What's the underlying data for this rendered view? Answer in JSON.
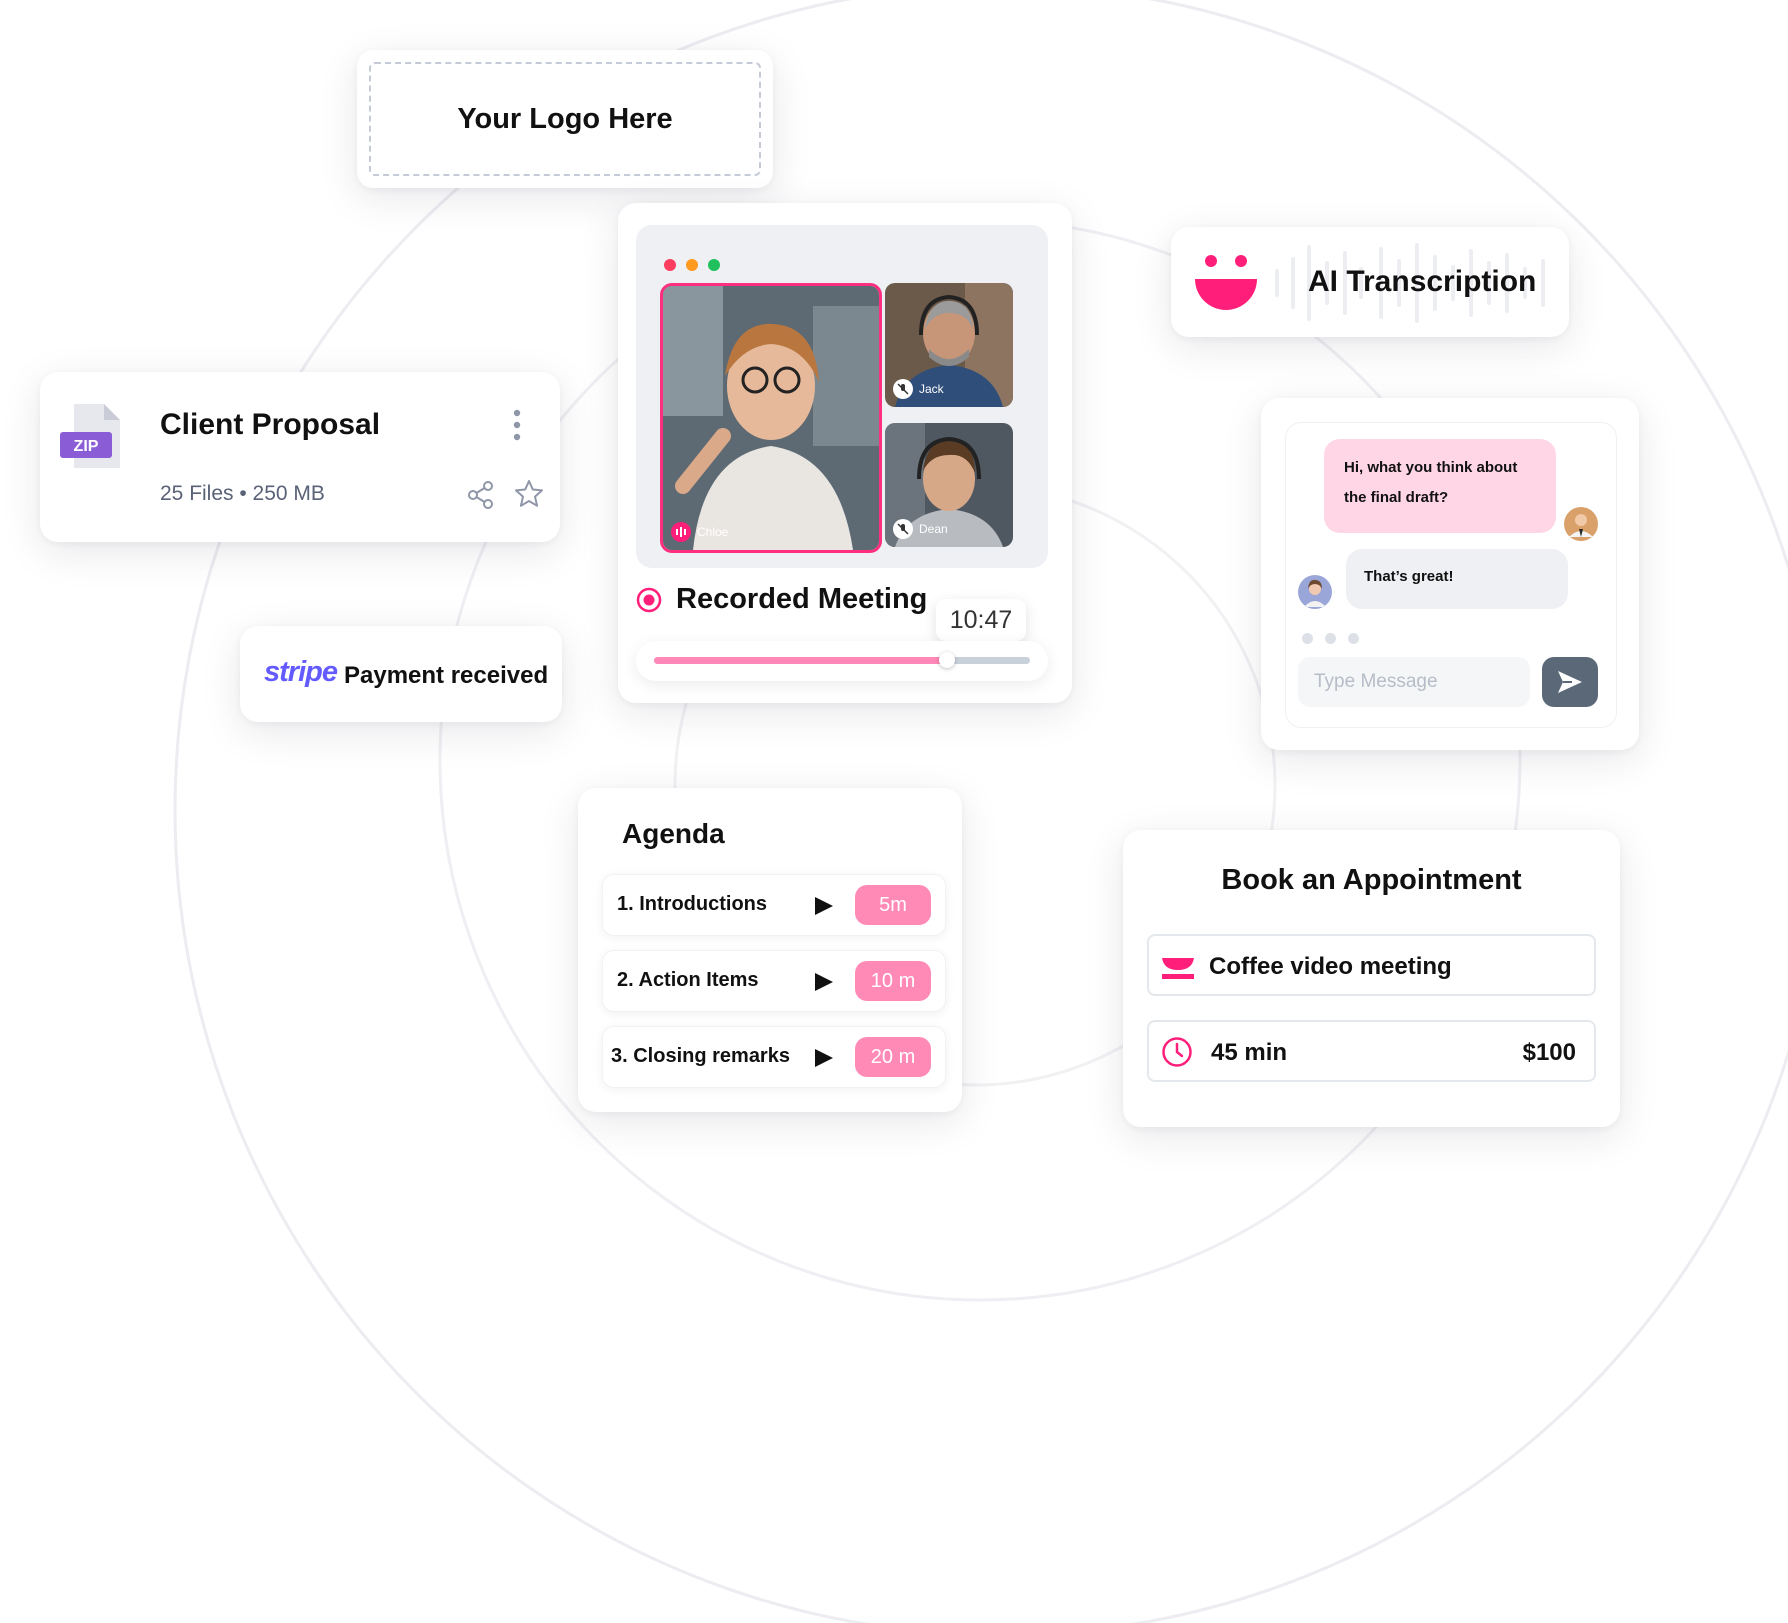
{
  "logo": {
    "placeholder": "Your Logo Here"
  },
  "file_card": {
    "badge": "ZIP",
    "title": "Client Proposal",
    "meta": "25 Files • 250 MB"
  },
  "payment": {
    "brand": "stripe",
    "status": "Payment received"
  },
  "meeting": {
    "participants": [
      {
        "name": "Chloe",
        "speaking": true
      },
      {
        "name": "Jack",
        "muted": true
      },
      {
        "name": "Dean",
        "muted": true
      }
    ],
    "label": "Recorded Meeting",
    "time": "10:47",
    "progress": 0.78
  },
  "transcription": {
    "title": "AI Transcription"
  },
  "chat": {
    "messages": [
      {
        "text": "Hi, what you think about the final draft?"
      },
      {
        "text": "That’s great!"
      }
    ],
    "input_placeholder": "Type Message"
  },
  "agenda": {
    "title": "Agenda",
    "items": [
      {
        "label": "1. Introductions",
        "duration": "5m"
      },
      {
        "label": "2. Action Items",
        "duration": "10 m"
      },
      {
        "label": "3. Closing remarks",
        "duration": "20 m"
      }
    ]
  },
  "appointment": {
    "title": "Book an Appointment",
    "meeting_type": "Coffee video meeting",
    "duration": "45 min",
    "price": "$100"
  },
  "colors": {
    "accent": "#ff1f7a",
    "pill": "#ff8ab6",
    "stripe": "#635bff",
    "zip": "#8a5cd6",
    "send": "#5b6878"
  }
}
